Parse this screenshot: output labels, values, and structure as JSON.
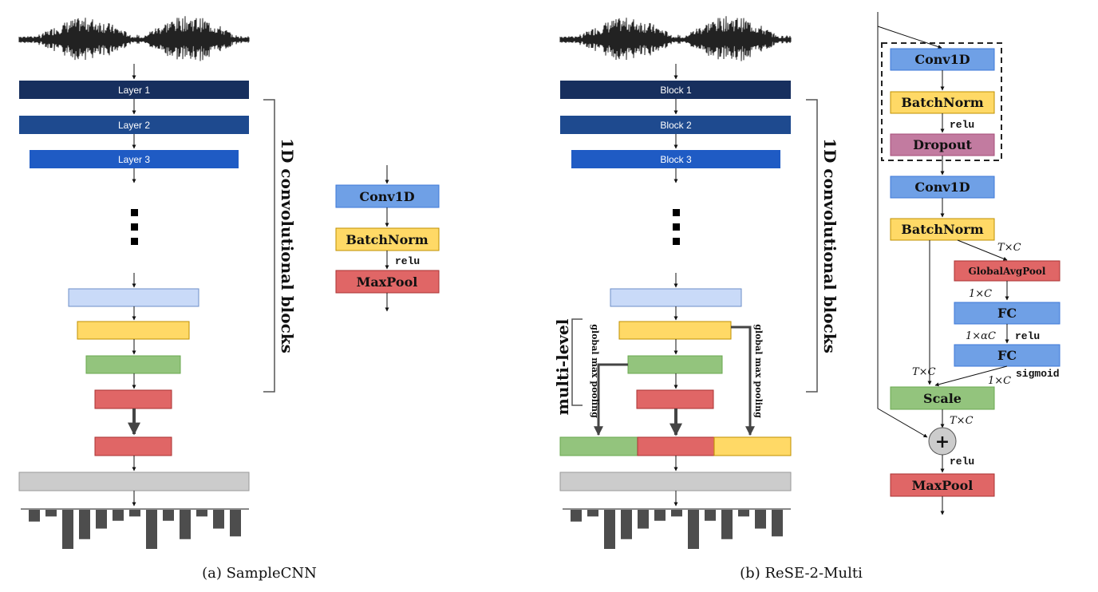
{
  "colors": {
    "layer1": "#172f5e",
    "layer2": "#1e4a8f",
    "layer3": "#1f5bc4",
    "conv": "#6fa0e6",
    "batchnorm": "#ffd966",
    "dropout": "#c27ba0",
    "maxpool": "#e06666",
    "scale_green": "#93c47d",
    "light_blue": "#c9daf8",
    "gray": "#cccccc",
    "hist": "#4d4d4d"
  },
  "sample_cnn": {
    "layer_labels": [
      "Layer 1",
      "Layer 2",
      "Layer 3"
    ],
    "side_label": "1D convolutional blocks",
    "caption": "(a) SampleCNN",
    "legend": {
      "conv": "Conv1D",
      "batchnorm": "BatchNorm",
      "relu": "relu",
      "maxpool": "MaxPool"
    }
  },
  "rese": {
    "block_labels": [
      "Block 1",
      "Block 2",
      "Block 3"
    ],
    "side_label": "1D convolutional blocks",
    "multi_level": "multi-level",
    "pooling_label_left": "global max pooling",
    "pooling_label_right": "global max pooling",
    "caption": "(b) ReSE-2-Multi"
  },
  "rese_block": {
    "conv1": "Conv1D",
    "bn1": "BatchNorm",
    "relu1": "relu",
    "dropout": "Dropout",
    "conv2": "Conv1D",
    "bn2": "BatchNorm",
    "dim_tc1": "T×C",
    "gap": "GlobalAvgPool",
    "dim_1c1": "1×C",
    "fc1": "FC",
    "dim_1ac": "1×αC",
    "relu2": "relu",
    "fc2": "FC",
    "dim_tc2": "T×C",
    "dim_1c2": "1×C",
    "sigmoid": "sigmoid",
    "scale": "Scale",
    "dim_tc3": "T×C",
    "plus": "+",
    "relu3": "relu",
    "maxpool": "MaxPool"
  },
  "histogram_a": [
    0.3,
    0.17,
    1.0,
    0.75,
    0.48,
    0.28,
    0.17,
    1.0,
    0.28,
    0.75,
    0.17,
    0.48,
    0.68
  ],
  "histogram_b": [
    0.3,
    0.17,
    1.0,
    0.75,
    0.48,
    0.28,
    0.17,
    1.0,
    0.28,
    0.75,
    0.17,
    0.48,
    0.68
  ]
}
